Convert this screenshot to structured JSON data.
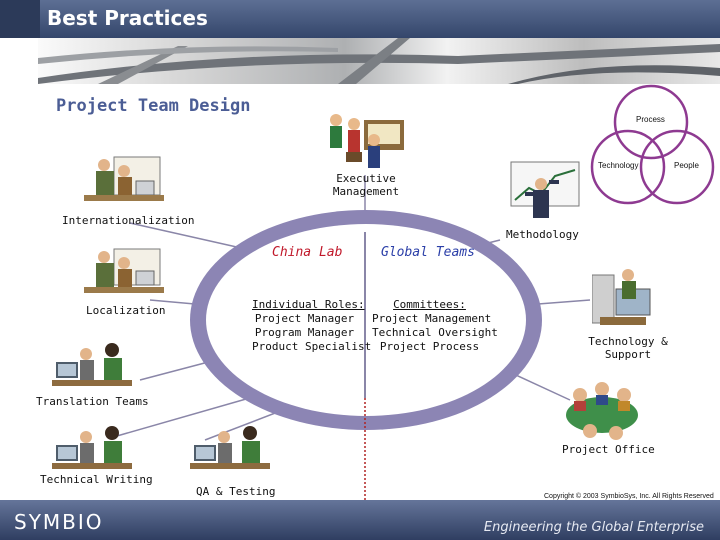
{
  "slide": {
    "title": "Best Practices",
    "subtitle": "Project Team Design",
    "copyright": "Copyright © 2003 SymbioSys, Inc. All Rights Reserved",
    "logo": "SYMBIO",
    "tagline": "Engineering the Global Enterprise"
  },
  "nodes": {
    "executive": "Executive Management",
    "internationalization": "Internationalization",
    "localization": "Localization",
    "translation": "Translation Teams",
    "technical_writing": "Technical Writing",
    "qa": "QA & Testing",
    "methodology": "Methodology",
    "tech_support": "Technology & Support",
    "project_office": "Project Office"
  },
  "venn": {
    "process": "Process",
    "technology": "Technology",
    "people": "People"
  },
  "center": {
    "left_title": "China Lab",
    "right_title": "Global Teams",
    "left_heading": "Individual Roles:",
    "left_items": [
      "Project Manager",
      "Program Manager",
      "Product Specialist"
    ],
    "right_heading": "Committees:",
    "right_items": [
      "Project Management",
      "Technical Oversight",
      "Project Process"
    ]
  },
  "colors": {
    "ellipse_fill": "#ffffff",
    "ellipse_stroke": "#8c85b4",
    "venn_stroke": "#8e3a91",
    "red_label": "#c0182a",
    "blue_label": "#2b3fa8"
  }
}
